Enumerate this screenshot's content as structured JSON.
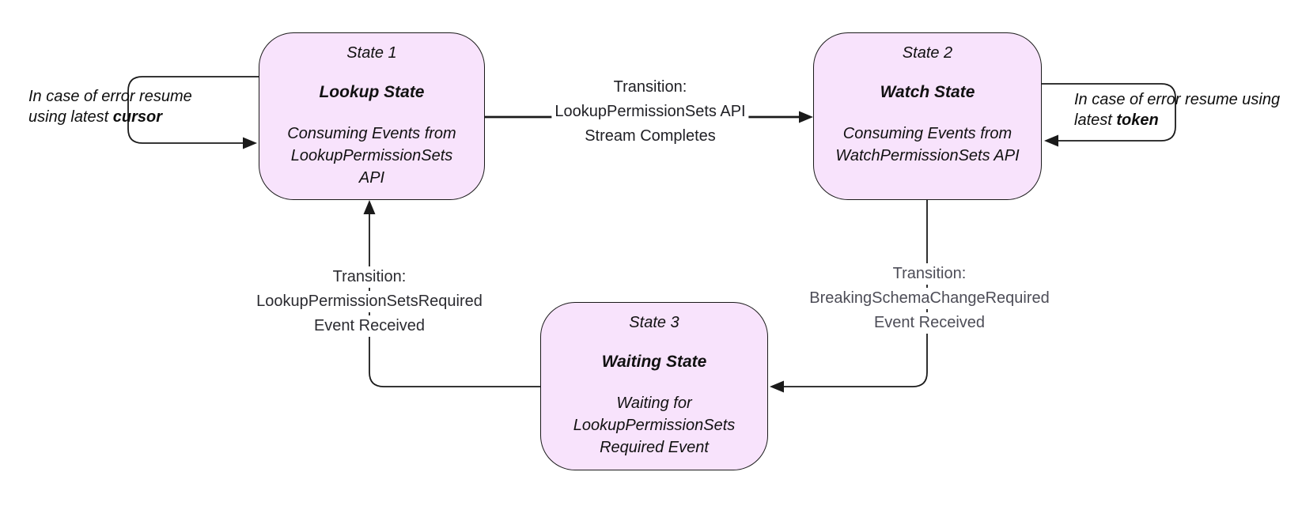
{
  "diagram": {
    "type": "state-machine",
    "colors": {
      "background": "#ffffff",
      "state_fill": "#f8e3fc",
      "state_border": "#1a1a1a",
      "connector": "#1a1a1a",
      "state_text": "#111111",
      "transition_text_dark": "#1f1f24",
      "transition_text_gray": "#4d4d57"
    },
    "states": [
      {
        "label": "State 1",
        "name": "Lookup State",
        "description": "Consuming Events from LookupPermissionSets API"
      },
      {
        "label": "State 2",
        "name": "Watch State",
        "description": "Consuming Events from WatchPermissionSets API"
      },
      {
        "label": "State 3",
        "name": "Waiting State",
        "description": "Waiting for LookupPermissionSets Required Event"
      }
    ],
    "transitions": [
      {
        "from": "State 1",
        "to": "State 2",
        "lines": [
          "Transition:",
          "LookupPermissionSets API",
          "Stream Completes"
        ]
      },
      {
        "from": "State 2",
        "to": "State 3",
        "lines": [
          "Transition:",
          "BreakingSchemaChangeRequired",
          "Event Received"
        ]
      },
      {
        "from": "State 3",
        "to": "State 1",
        "lines": [
          "Transition:",
          "LookupPermissionSetsRequired",
          "Event Received"
        ]
      }
    ],
    "annotations": [
      {
        "target": "State 1",
        "text": "In case of error resume using latest",
        "emphasis": "cursor"
      },
      {
        "target": "State 2",
        "text": "In case of error resume using latest",
        "emphasis": "token"
      }
    ]
  }
}
